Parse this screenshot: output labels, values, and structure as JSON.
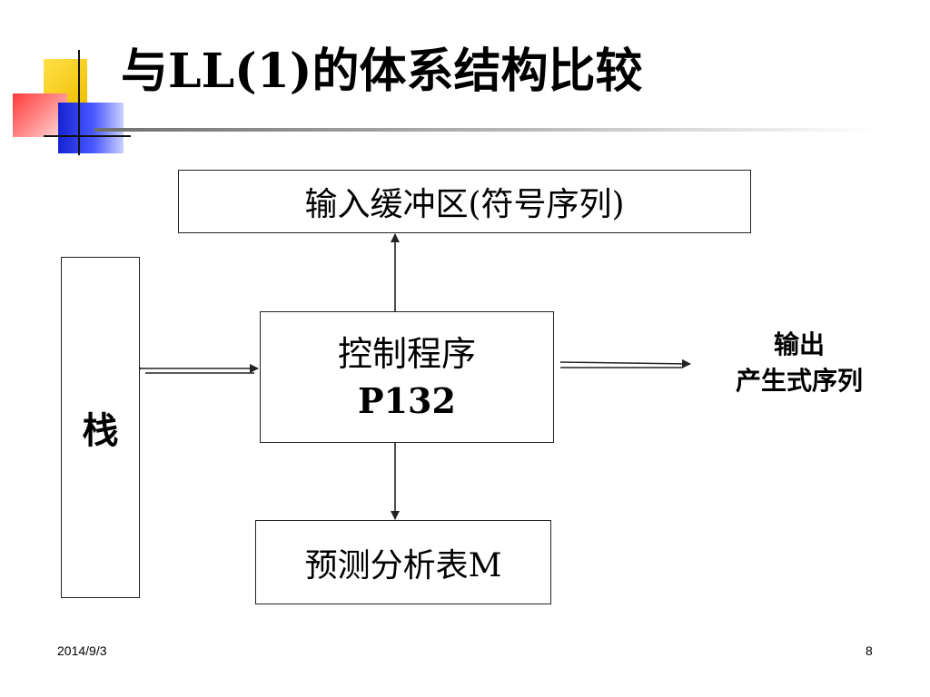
{
  "title": "与LL(1)的体系结构比较",
  "diagram": {
    "input_buffer": "输入缓冲区(符号序列)",
    "stack": "栈",
    "control": {
      "line1": "控制程序",
      "line2": "P132"
    },
    "table": "预测分析表M",
    "output": {
      "line1": "输出",
      "line2": "产生式序列"
    }
  },
  "footer": {
    "date": "2014/9/3",
    "page": "8"
  },
  "colors": {
    "yellow": "#f2cc00",
    "red": "#ff4a4a",
    "blue": "#1f2fd6",
    "line": "#222222"
  }
}
